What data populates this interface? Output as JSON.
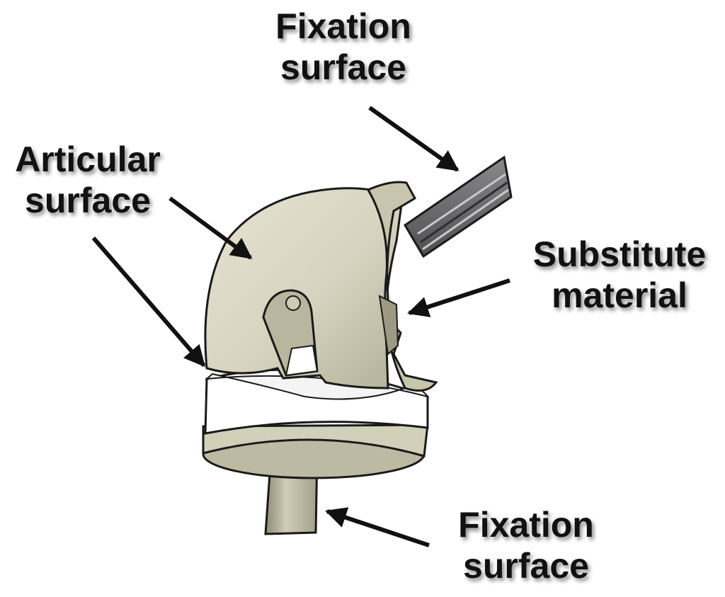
{
  "labels": {
    "fixation_top": {
      "line1": "Fixation",
      "line2": "surface"
    },
    "articular": {
      "line1": "Articular",
      "line2": "surface"
    },
    "substitute": {
      "line1": "Substitute",
      "line2": "material"
    },
    "fixation_bottom": {
      "line1": "Fixation",
      "line2": "surface"
    }
  },
  "colors": {
    "implant_fill": "#d6d4bf",
    "implant_shadow": "#a9a68e",
    "tray_fill": "#ffffff",
    "stem_fill": "#c2bfa7",
    "rod_fill": "#6e6e70",
    "outline": "#1a1a1a",
    "text": "#111111"
  }
}
